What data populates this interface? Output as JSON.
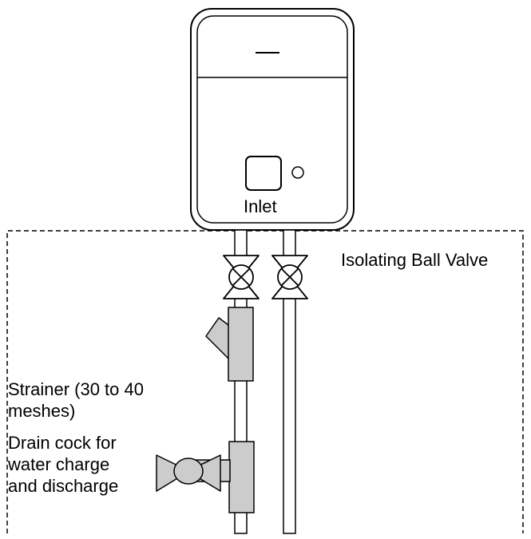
{
  "labels": {
    "inlet": "Inlet",
    "isolating_valve": "Isolating Ball Valve",
    "strainer_line1": "Strainer (30 to 40",
    "strainer_line2": "meshes)",
    "drain_line1": "Drain cock for",
    "drain_line2": "water charge",
    "drain_line3": "and discharge"
  },
  "colors": {
    "stroke": "#000000",
    "fitting_fill": "#cccccc",
    "pipe_fill": "#ffffff",
    "unit_fill": "#ffffff"
  }
}
